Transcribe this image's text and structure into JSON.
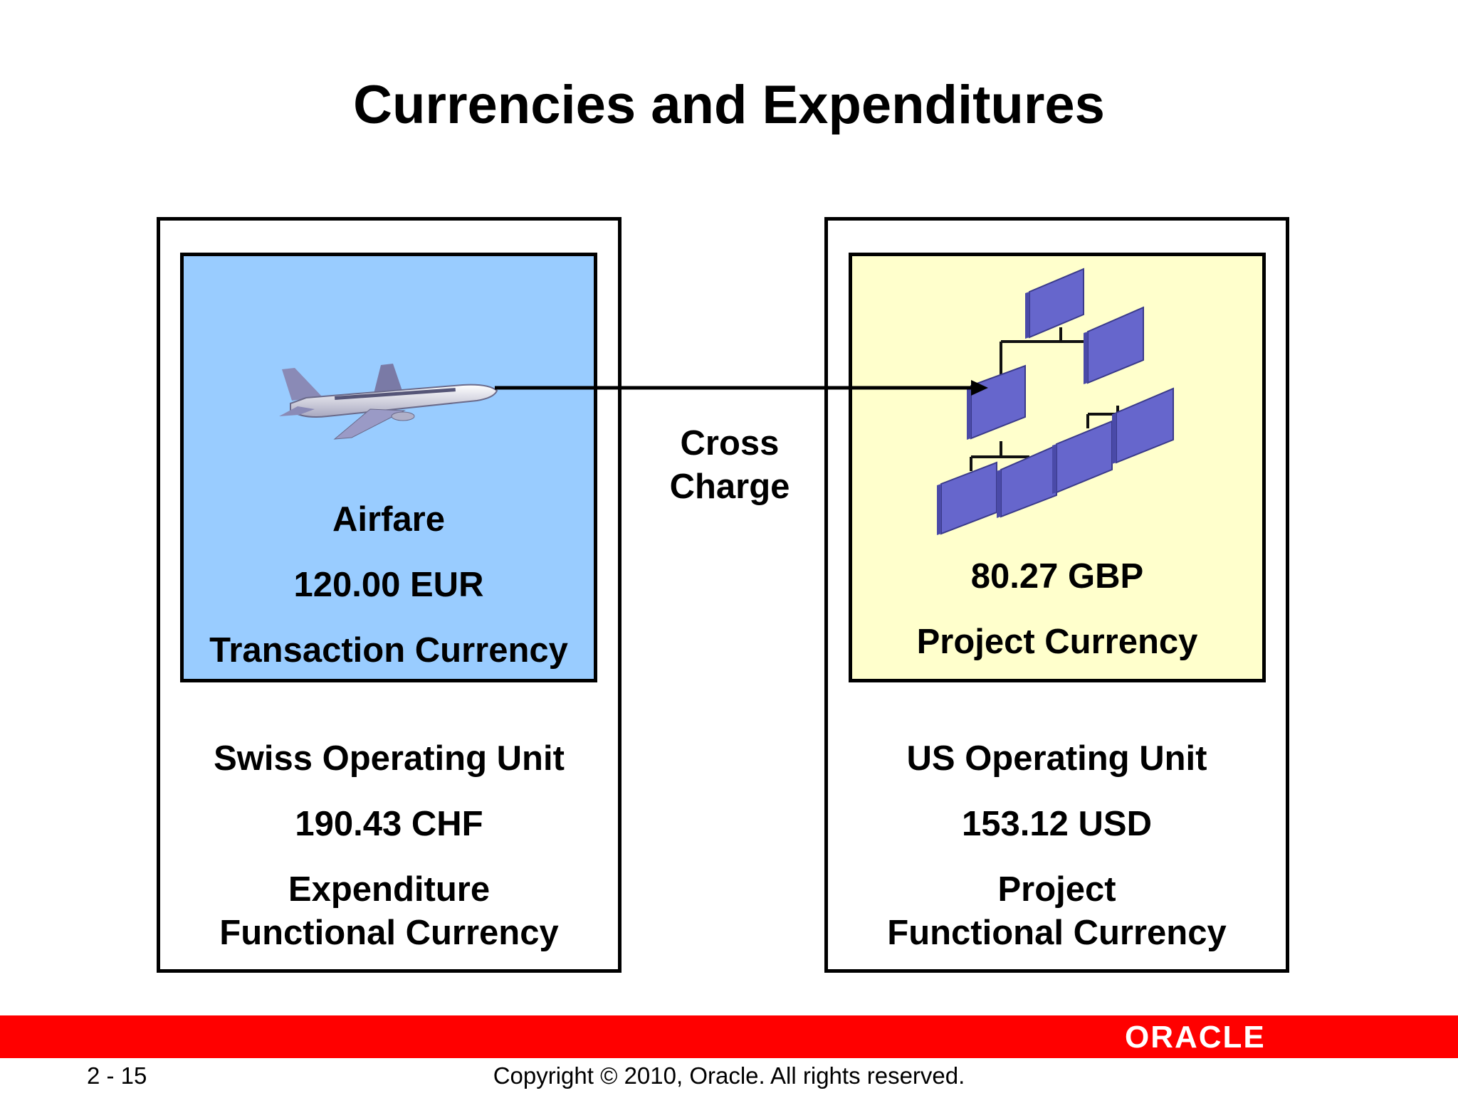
{
  "slide": {
    "title": "Currencies and Expenditures"
  },
  "left": {
    "inner": {
      "item": "Airfare",
      "amount": "120.00 EUR",
      "currency_type": "Transaction Currency",
      "fill_color": "#99ccff"
    },
    "unit": "Swiss Operating Unit",
    "amount": "190.43 CHF",
    "currency_line1": "Expenditure",
    "currency_line2": "Functional Currency"
  },
  "right": {
    "inner": {
      "amount": "80.27 GBP",
      "currency_type": "Project Currency",
      "fill_color": "#ffffcc"
    },
    "unit": "US Operating Unit",
    "amount": "153.12 USD",
    "currency_line1": "Project",
    "currency_line2": "Functional Currency"
  },
  "connector": {
    "line1": "Cross",
    "line2": "Charge"
  },
  "icons": {
    "left": "airplane-icon",
    "right": "org-chart-icon"
  },
  "footer": {
    "page": "2 - 15",
    "copyright": "Copyright © 2010, Oracle. All rights reserved.",
    "logo": "ORACLE",
    "band_color": "#ff0000"
  }
}
